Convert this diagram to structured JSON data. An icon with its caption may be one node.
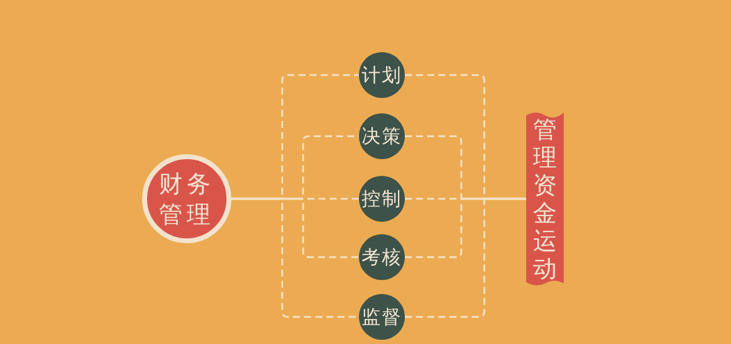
{
  "diagram": {
    "nodes": [
      {
        "text": [
          "财务管理"
        ]
      },
      {
        "text": [
          "计划"
        ]
      },
      {
        "text": [
          "决策"
        ]
      },
      {
        "text": [
          "控制"
        ]
      },
      {
        "text": [
          "考核"
        ]
      },
      {
        "text": [
          "监督"
        ]
      },
      {
        "text": [
          "管理资金运动"
        ]
      }
    ],
    "edges": [
      {
        "from": 0,
        "to": 1,
        "arrow": "none",
        "style": "dashed"
      },
      {
        "from": 0,
        "to": 2,
        "arrow": "none",
        "style": "dashed"
      },
      {
        "from": 0,
        "to": 3,
        "arrow": "none",
        "style": "dashed"
      },
      {
        "from": 0,
        "to": 4,
        "arrow": "none",
        "style": "dashed"
      },
      {
        "from": 0,
        "to": 5,
        "arrow": "none",
        "style": "dashed"
      },
      {
        "from": 1,
        "to": 6,
        "arrow": "none",
        "style": "dashed"
      },
      {
        "from": 2,
        "to": 6,
        "arrow": "none",
        "style": "dashed"
      },
      {
        "from": 3,
        "to": 6,
        "arrow": "none",
        "style": "dashed"
      },
      {
        "from": 4,
        "to": 6,
        "arrow": "none",
        "style": "dashed"
      },
      {
        "from": 5,
        "to": 6,
        "arrow": "none",
        "style": "dashed"
      }
    ]
  }
}
